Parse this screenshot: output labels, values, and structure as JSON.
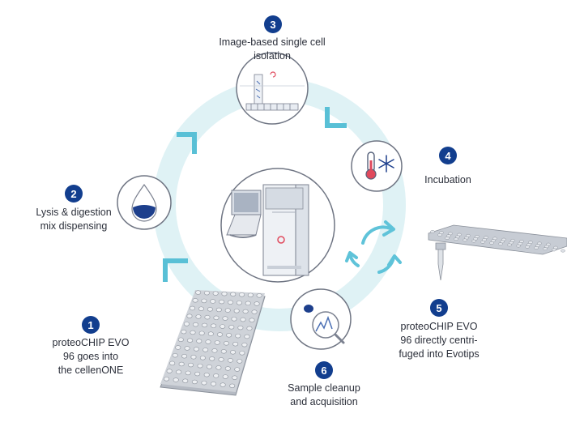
{
  "colors": {
    "ring": "#dff2f5",
    "accent": "#59c0d6",
    "badge": "#123e8e",
    "text": "#2b2f3a"
  },
  "steps": [
    {
      "number": "1",
      "label_lines": [
        "proteoCHIP EVO",
        "96 goes into",
        "the cellenONE"
      ],
      "icon": "proteochip-plate-icon"
    },
    {
      "number": "2",
      "label_lines": [
        "Lysis & digestion",
        "mix dispensing"
      ],
      "icon": "droplet-icon"
    },
    {
      "number": "3",
      "label_lines": [
        "Image-based single cell",
        "isolation"
      ],
      "icon": "nozzle-icon"
    },
    {
      "number": "4",
      "label_lines": [
        "Incubation"
      ],
      "icon": "thermometer-snowflake-icon"
    },
    {
      "number": "5",
      "label_lines": [
        "proteoCHIP EVO",
        "96 directly centri-",
        "fuged into Evotips"
      ],
      "icon": "evotip-plate-icon"
    },
    {
      "number": "6",
      "label_lines": [
        "Sample cleanup",
        "and acquisition"
      ],
      "icon": "magnifier-spectrum-icon"
    }
  ],
  "center": {
    "icon": "cellenone-instrument-icon"
  }
}
